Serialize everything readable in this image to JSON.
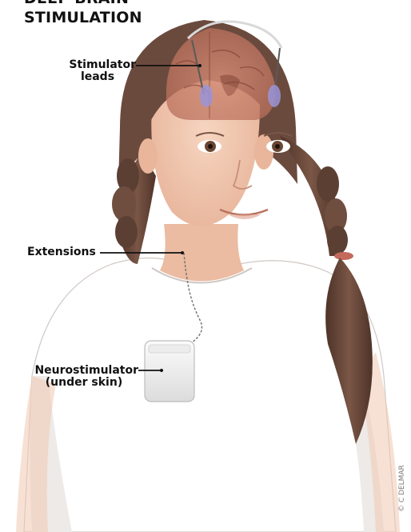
{
  "title": {
    "line1": "DEEP BRAIN",
    "line2": "STIMULATION"
  },
  "labels": {
    "leads": {
      "line1": "Stimulator",
      "line2": "leads"
    },
    "extensions": "Extensions",
    "neurostimulator": {
      "line1": "Neurostimulator",
      "line2": "(under skin)"
    }
  },
  "credit": "© C DELMAR",
  "colors": {
    "skin": "#f1c8b0",
    "skin_shadow": "#e2ac92",
    "hair": "#6b4a3e",
    "hair_dark": "#4e3328",
    "shirt": "#ffffff",
    "brain": "#c9826e",
    "electrode": "#9a94d8",
    "device": "#f3f3f3"
  }
}
